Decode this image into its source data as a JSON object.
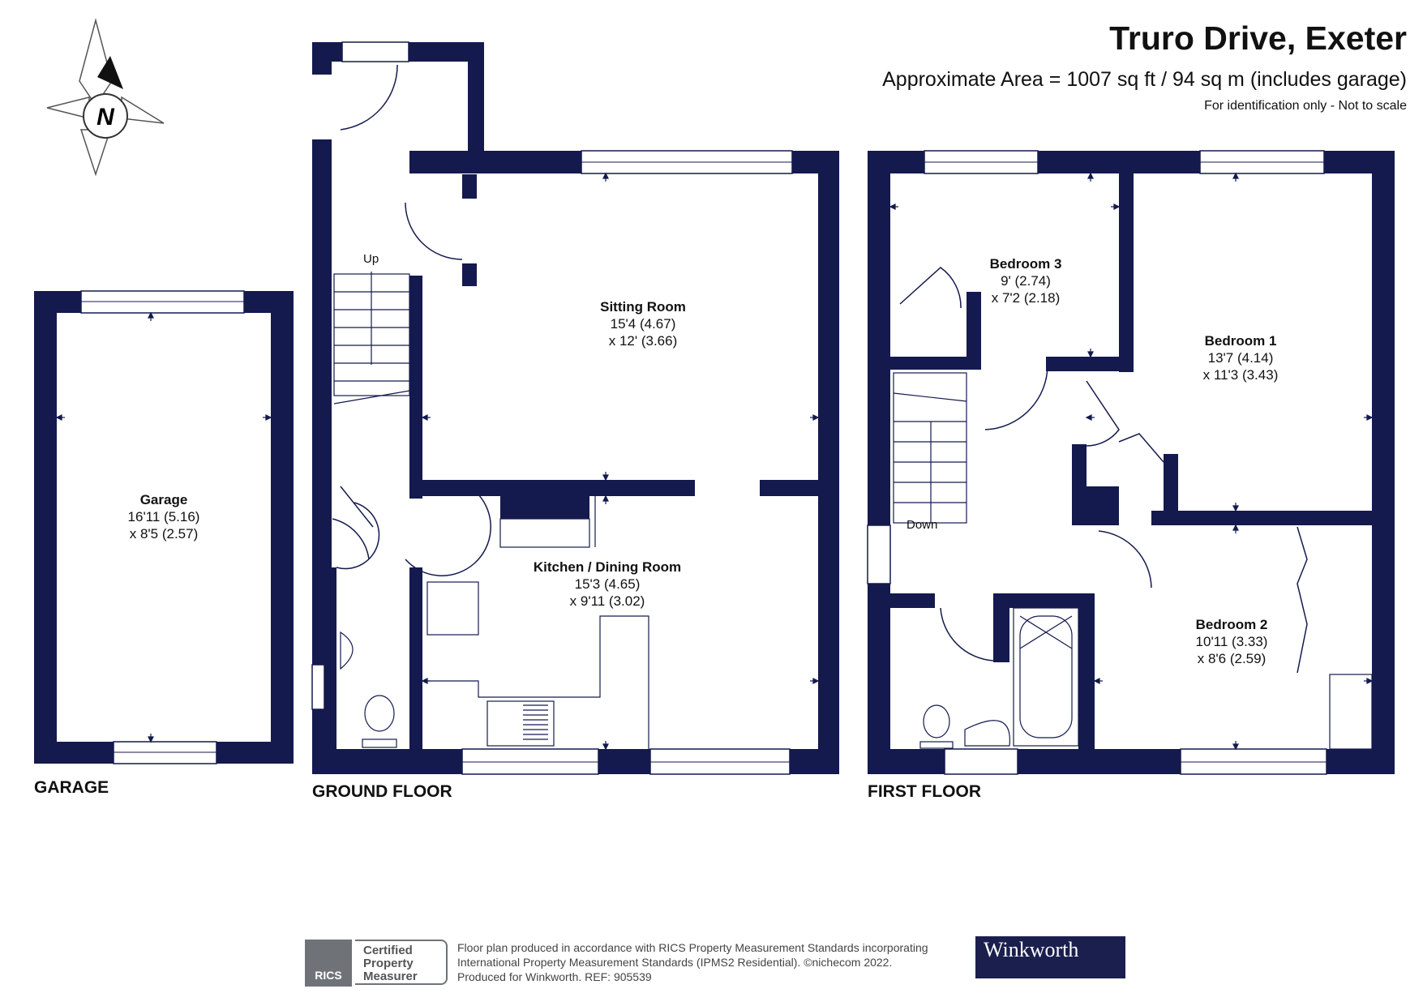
{
  "header": {
    "title": "Truro Drive, Exeter",
    "area": "Approximate Area = 1007 sq ft / 94 sq m (includes garage)",
    "disclaimer": "For identification only - Not to scale"
  },
  "compass": {
    "label": "N"
  },
  "floors": {
    "garage": "GARAGE",
    "ground": "GROUND FLOOR",
    "first": "FIRST FLOOR"
  },
  "rooms": {
    "garage": {
      "name": "Garage",
      "dim1": "16'11 (5.16)",
      "dim2": "x 8'5 (2.57)"
    },
    "sitting": {
      "name": "Sitting Room",
      "dim1": "15'4 (4.67)",
      "dim2": "x 12' (3.66)"
    },
    "kitchen": {
      "name": "Kitchen / Dining Room",
      "dim1": "15'3 (4.65)",
      "dim2": "x 9'11 (3.02)"
    },
    "bed3": {
      "name": "Bedroom 3",
      "dim1": "9' (2.74)",
      "dim2": "x 7'2 (2.18)"
    },
    "bed1": {
      "name": "Bedroom 1",
      "dim1": "13'7 (4.14)",
      "dim2": "x 11'3 (3.43)"
    },
    "bed2": {
      "name": "Bedroom 2",
      "dim1": "10'11 (3.33)",
      "dim2": "x 8'6 (2.59)"
    }
  },
  "stairs": {
    "up": "Up",
    "down": "Down"
  },
  "footer": {
    "line1": "Floor plan produced in accordance with RICS Property Measurement Standards incorporating",
    "line2": "International Property Measurement Standards (IPMS2 Residential).  ©nichecom 2022.",
    "line3": "Produced for Winkworth.    REF:  905539",
    "brand": "Winkworth",
    "rics_badge": "RICS",
    "rics_line1": "Certified",
    "rics_line2": "Property",
    "rics_line3": "Measurer"
  },
  "colors": {
    "wall": "#141a4d",
    "accent_brand": "#1b1f4e"
  }
}
